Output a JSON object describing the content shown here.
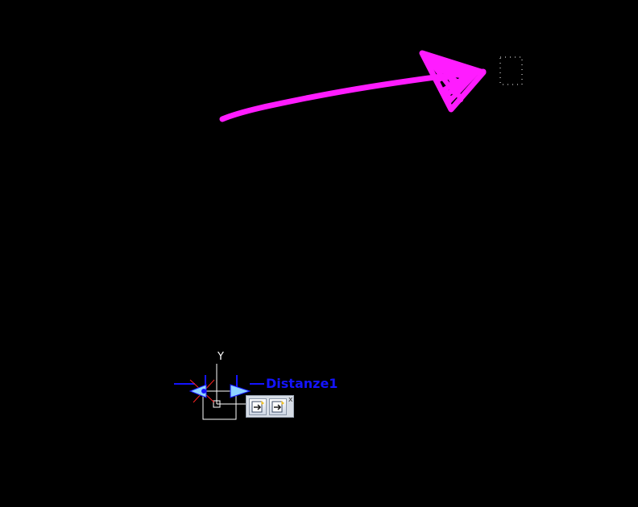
{
  "drawing": {
    "annotation_color": "#ff1cff",
    "parameter_color": "#1414ff",
    "grip_color": "#8fd3ff",
    "background": "#000000"
  },
  "ucs": {
    "axis_label": "Y"
  },
  "parameter": {
    "name": "Distanze1"
  },
  "mini_toolbar": {
    "buttons": [
      {
        "icon": "grip-insert-icon"
      },
      {
        "icon": "grip-edit-icon"
      }
    ],
    "close_glyph": "x"
  }
}
